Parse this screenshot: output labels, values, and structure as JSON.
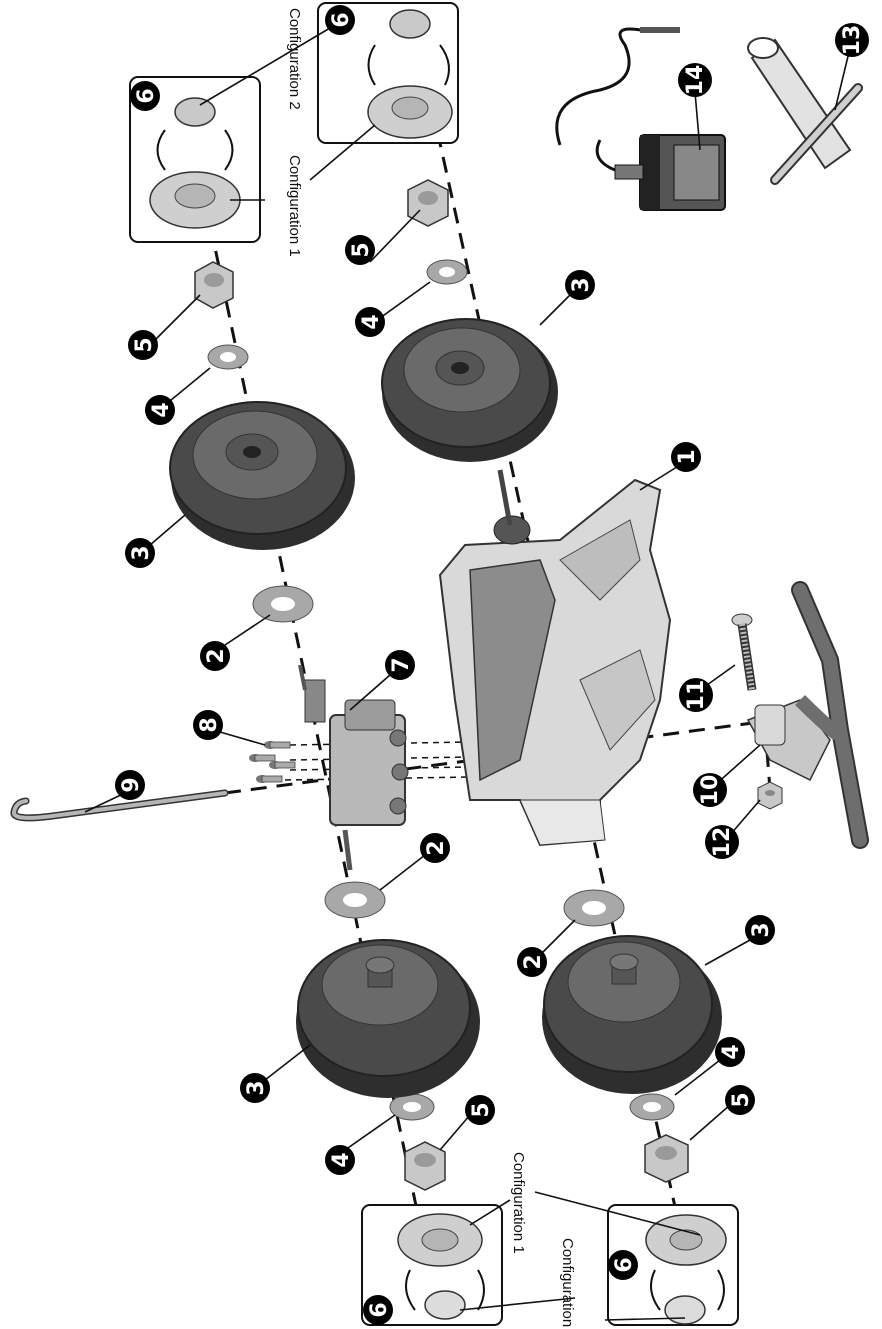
{
  "parts": {
    "body": "1",
    "washer_large": "2",
    "wheel": "3",
    "washer_small": "4",
    "nut": "5",
    "hubcap": "6",
    "gearbox": "7",
    "screws": "8",
    "axle": "9",
    "steering_column": "10",
    "steering_bolt": "11",
    "steering_nut": "12",
    "wrench": "13",
    "charger": "14"
  },
  "labels": {
    "config_1": "Configuration 1",
    "config_2": "Configuration 2"
  },
  "colors": {
    "tire": "#4a4a4a",
    "tire_dark": "#2e2e2e",
    "hub": "#6c6c6c",
    "light_part": "#d9d9d9",
    "mid_part": "#a9a9a9",
    "outline": "#222222",
    "callout": "#000000"
  }
}
